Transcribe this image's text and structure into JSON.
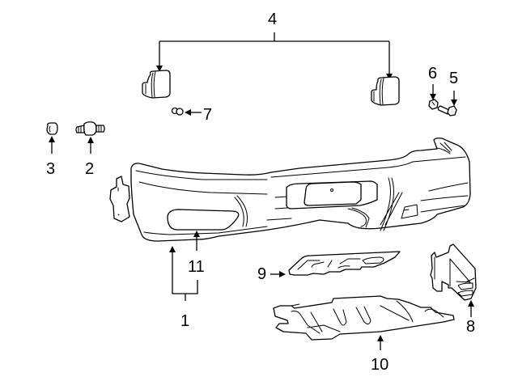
{
  "diagram": {
    "title": "Bumper & Components - Front",
    "background": "#ffffff",
    "line_color": "#000000"
  },
  "callouts": [
    {
      "id": "1",
      "label": "1",
      "part": "bumper-cover-assembly"
    },
    {
      "id": "2",
      "label": "2",
      "part": "stud-bolt"
    },
    {
      "id": "3",
      "label": "3",
      "part": "nut"
    },
    {
      "id": "4",
      "label": "4",
      "part": "bumper-end-caps"
    },
    {
      "id": "5",
      "label": "5",
      "part": "bolt"
    },
    {
      "id": "6",
      "label": "6",
      "part": "nut"
    },
    {
      "id": "7",
      "label": "7",
      "part": "retainer-clip"
    },
    {
      "id": "8",
      "label": "8",
      "part": "mounting-bracket"
    },
    {
      "id": "9",
      "label": "9",
      "part": "reinforcement-plate"
    },
    {
      "id": "10",
      "label": "10",
      "part": "skid-plate"
    },
    {
      "id": "11",
      "label": "11",
      "part": "fog-lamp-opening-cover"
    }
  ]
}
